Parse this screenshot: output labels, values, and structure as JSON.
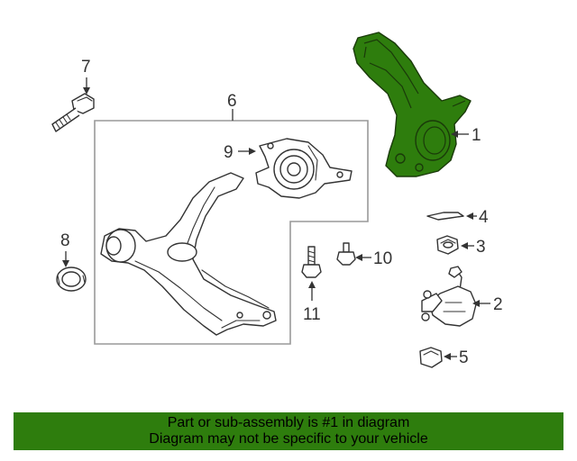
{
  "callouts": {
    "c1": "1",
    "c2": "2",
    "c3": "3",
    "c4": "4",
    "c5": "5",
    "c6": "6",
    "c7": "7",
    "c8": "8",
    "c9": "9",
    "c10": "10",
    "c11": "11"
  },
  "banner": {
    "line1": "Part or sub-assembly is #1 in diagram",
    "line2": "Diagram may not be specific to your vehicle"
  },
  "colors": {
    "highlight": "#2e7d0d",
    "banner_bg": "#2e7d0d",
    "line": "#333333",
    "box": "#999999"
  }
}
